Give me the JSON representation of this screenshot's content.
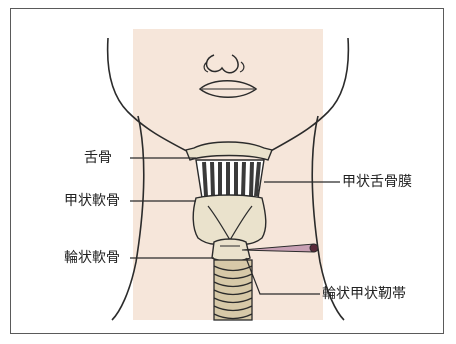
{
  "labels": {
    "hyoid_bone": "舌骨",
    "thyroid_cartilage": "甲状軟骨",
    "cricoid_cartilage": "輪状軟骨",
    "thyrohyoid_membrane": "甲状舌骨膜",
    "cricothyroid_ligament": "輪状甲状靭帯"
  },
  "colors": {
    "background_panel": "#f6e6da",
    "cartilage": "#eae2cc",
    "cartilage_shade": "#d7c9a8",
    "outline": "#2b2b2b",
    "membrane_stripe": "#3a3a3a",
    "needle": "#c8a0b4",
    "needle_tip": "#5a2a3a",
    "border": "#5a5a5a"
  },
  "icons": {
    "needle": "needle-puncture-icon"
  }
}
